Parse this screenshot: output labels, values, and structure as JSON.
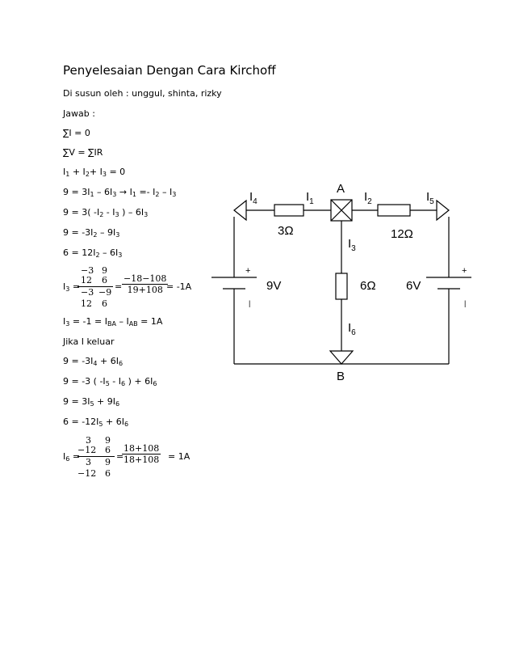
{
  "title": "Penyelesaian Dengan Cara Kirchoff",
  "author_line": "Di susun oleh :  unggul, shinta, rizky",
  "jawab": "Jawab :",
  "eq": {
    "sum_i": "∑I = 0",
    "sum_v": "∑V = ∑IR",
    "l1": [
      "I",
      "1",
      " + I",
      "2",
      "+ I",
      "3",
      " = 0"
    ],
    "l2": [
      "9 = 3I",
      "1",
      " – 6I",
      "3",
      " → I",
      "1",
      " =- I",
      "2",
      " – I",
      "3"
    ],
    "l3": [
      "9 = 3( -I",
      "2",
      " - I",
      "3",
      " ) – 6I",
      "3"
    ],
    "l4": [
      "9 = -3I",
      "2",
      " – 9I",
      "3"
    ],
    "l5": [
      "6 = 12I",
      "2",
      " – 6I",
      "3"
    ],
    "i3_prefix": [
      "I",
      "3",
      " ="
    ],
    "i3_det_num": [
      "−3",
      "9",
      "12",
      "6"
    ],
    "i3_det_den": [
      "−3",
      "−9",
      "12",
      "6"
    ],
    "i3_frac_num": "−18−108",
    "i3_frac_den": "19+108",
    "i3_result": "= -1A",
    "l6": [
      "I",
      "3",
      " = -1 = I",
      "BA",
      " – I",
      "AB",
      " = 1A"
    ],
    "jika": "Jika I keluar",
    "l7": [
      "9 = -3I",
      "4",
      " + 6I",
      "6"
    ],
    "l8": [
      "9 = -3 ( -I",
      "5",
      " - I",
      "6",
      " ) + 6I",
      "6"
    ],
    "l9": [
      "9 = 3I",
      "5",
      " + 9I",
      "6"
    ],
    "l10": [
      "6 = -12I",
      "5",
      " + 6I",
      "6"
    ],
    "i6_prefix": [
      "I",
      "6",
      " ="
    ],
    "i6_det_num": [
      "3",
      "9",
      "−12",
      "6"
    ],
    "i6_det_den": [
      "3",
      "9",
      "−12",
      "6"
    ],
    "i6_frac_num": "18+108",
    "i6_frac_den": "18+108",
    "i6_result": "= 1A",
    "eq_sign": "="
  },
  "circuit": {
    "node_a": "A",
    "node_b": "B",
    "i1": [
      "I",
      "1"
    ],
    "i2": [
      "I",
      "2"
    ],
    "i3": [
      "I",
      "3"
    ],
    "i4": [
      "I",
      "4"
    ],
    "i5": [
      "I",
      "5"
    ],
    "i6": [
      "I",
      "6"
    ],
    "r_left": "3Ω",
    "r_right": "12Ω",
    "r_mid": "6Ω",
    "v_left": "9V",
    "v_right": "6V",
    "plus": "+",
    "minus": "|"
  }
}
